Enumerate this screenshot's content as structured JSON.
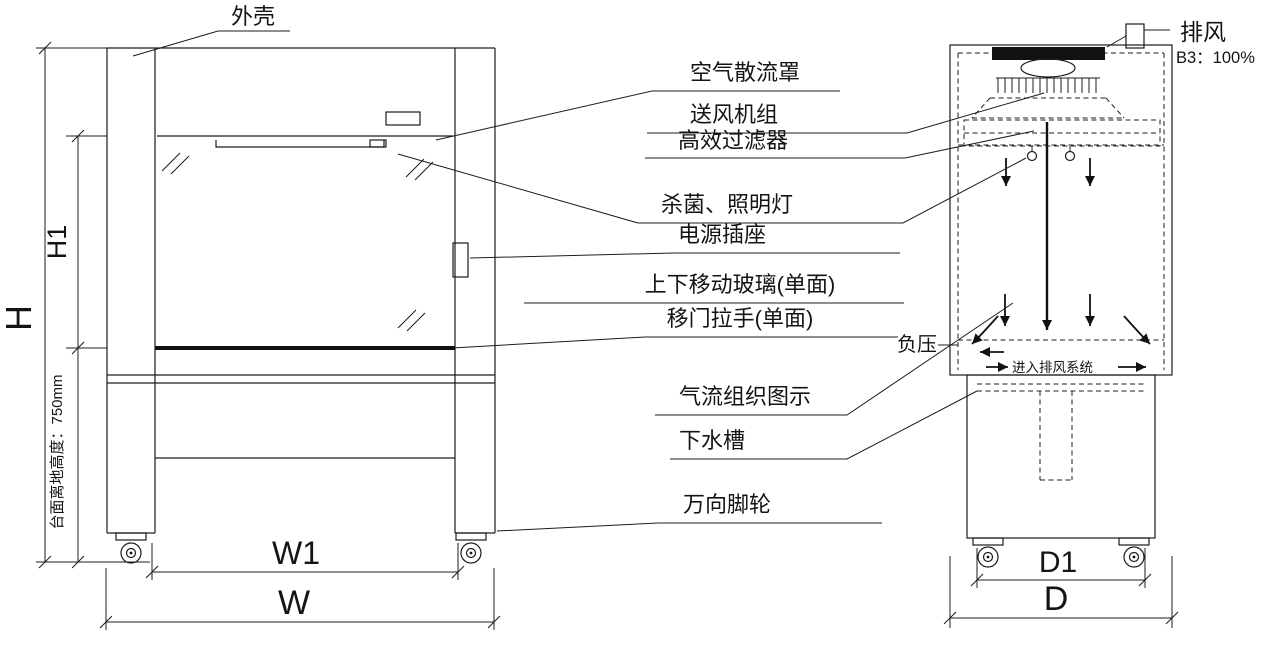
{
  "callouts": {
    "outer_shell": "外壳",
    "air_diffuser": "空气散流罩",
    "supply_fan_unit": "送风机组",
    "hepa_filter": "高效过滤器",
    "germicidal_lighting_lamp": "杀菌、照明灯",
    "power_socket": "电源插座",
    "vertical_sliding_glass": "上下移动玻璃(单面)",
    "sliding_door_handle": "移门拉手(单面)",
    "airflow_pattern": "气流组织图示",
    "drain_sink": "下水槽",
    "universal_caster": "万向脚轮"
  },
  "side_view": {
    "exhaust_label": "排风",
    "exhaust_ratio": "B3：100%",
    "negative_pressure": "负压",
    "into_exhaust_system": "进入排风系统"
  },
  "dimensions": {
    "height_total": "H",
    "height_upper": "H1",
    "bench_height_note": "台面离地高度：750mm",
    "width_inner": "W1",
    "width_overall": "W",
    "depth_inner": "D1",
    "depth_overall": "D"
  },
  "colors": {
    "line": "#1c1c1c",
    "background": "#ffffff"
  }
}
